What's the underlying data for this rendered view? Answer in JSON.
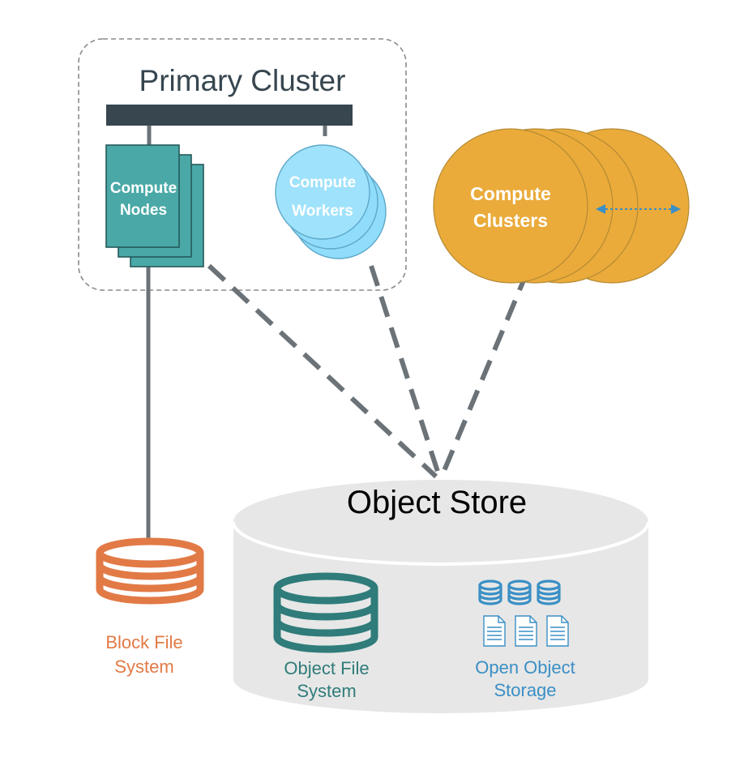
{
  "primary_cluster": {
    "title": "Primary Cluster",
    "compute_nodes_label": [
      "Compute",
      "Nodes"
    ],
    "compute_workers_label": [
      "Compute",
      "Workers"
    ]
  },
  "compute_clusters": {
    "label": [
      "Compute",
      "Clusters"
    ]
  },
  "object_store": {
    "title": "Object Store",
    "object_file_system_label": [
      "Object File",
      "System"
    ],
    "open_object_storage_label": [
      "Open Object",
      "Storage"
    ]
  },
  "block_file_system": {
    "label": [
      "Block File",
      "System"
    ]
  },
  "colors": {
    "dark_bar": "#37464f",
    "teal": "#4aa9a7",
    "teal_dark": "#2f7c7a",
    "light_blue": "#8fdcfb",
    "orange": "#eaab3a",
    "rust": "#e27a46",
    "steel_blue": "#3a8fc5",
    "gray_line": "#6b7378",
    "cylinder_fill": "#e7e7e7"
  }
}
